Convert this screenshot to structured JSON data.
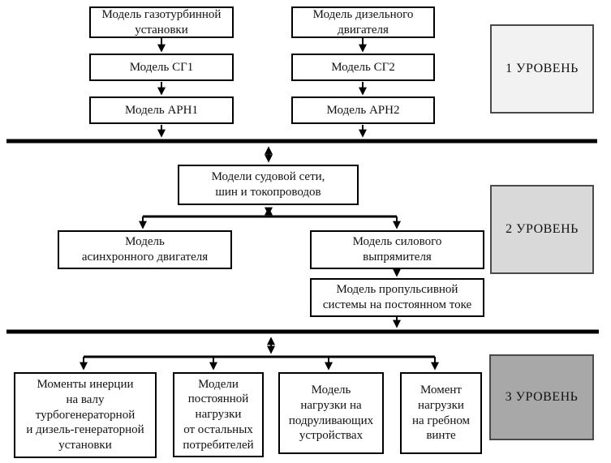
{
  "boxes": {
    "gas_turbine": "Модель газотурбинной\nустановки",
    "sg1": "Модель СГ1",
    "arn1": "Модель АРН1",
    "diesel": "Модель дизельного\nдвигателя",
    "sg2": "Модель СГ2",
    "arn2": "Модель АРН2",
    "grid": "Модели судовой сети,\nшин и токопроводов",
    "async_motor": "Модель\nасинхронного двигателя",
    "rectifier": "Модель силового\nвыпрямителя",
    "propulsion": "Модель пропульсивной\nсистемы на постоянном токе",
    "inertia": "Моменты инерции\nна валу\nтурбогенераторной\nи дизель-генераторной\nустановки",
    "const_load": "Модели\nпостоянной\nнагрузки\nот остальных\nпотребителей",
    "thruster": "Модель\nнагрузки на\nподруливающих\nустройствах",
    "propeller": "Момент\nнагрузки\nна гребном\nвинте"
  },
  "levels": {
    "level1": "1 УРОВЕНЬ",
    "level2": "2 УРОВЕНЬ",
    "level3": "3 УРОВЕНЬ"
  },
  "colors": {
    "level1_bg": "#f2f2f2",
    "level2_bg": "#d9d9d9",
    "level3_bg": "#a8a8a8",
    "line": "#000000"
  }
}
